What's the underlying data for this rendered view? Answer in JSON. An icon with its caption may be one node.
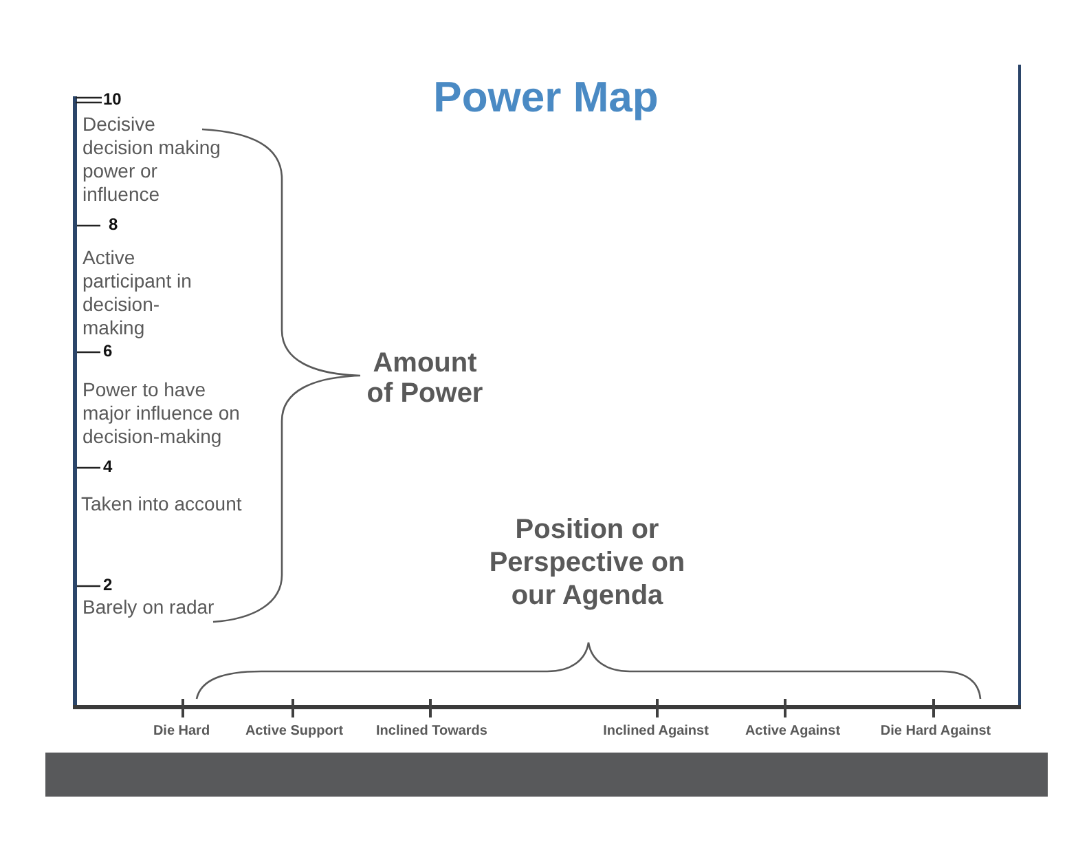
{
  "diagram": {
    "title": "Power Map",
    "labels": [
      "10",
      "Decisive decision making power or influence",
      "8",
      "Active participant in decision-making",
      "6",
      "Power to have major influence on decision-making",
      "4",
      "Taken into account",
      "2",
      "Barely on radar",
      "Amount of Power",
      "Position or Perspective on our Agenda",
      "Die Hard",
      "Active Support",
      "Inclined Towards",
      "Inclined Against",
      "Active Against",
      "Die Hard Against"
    ]
  }
}
